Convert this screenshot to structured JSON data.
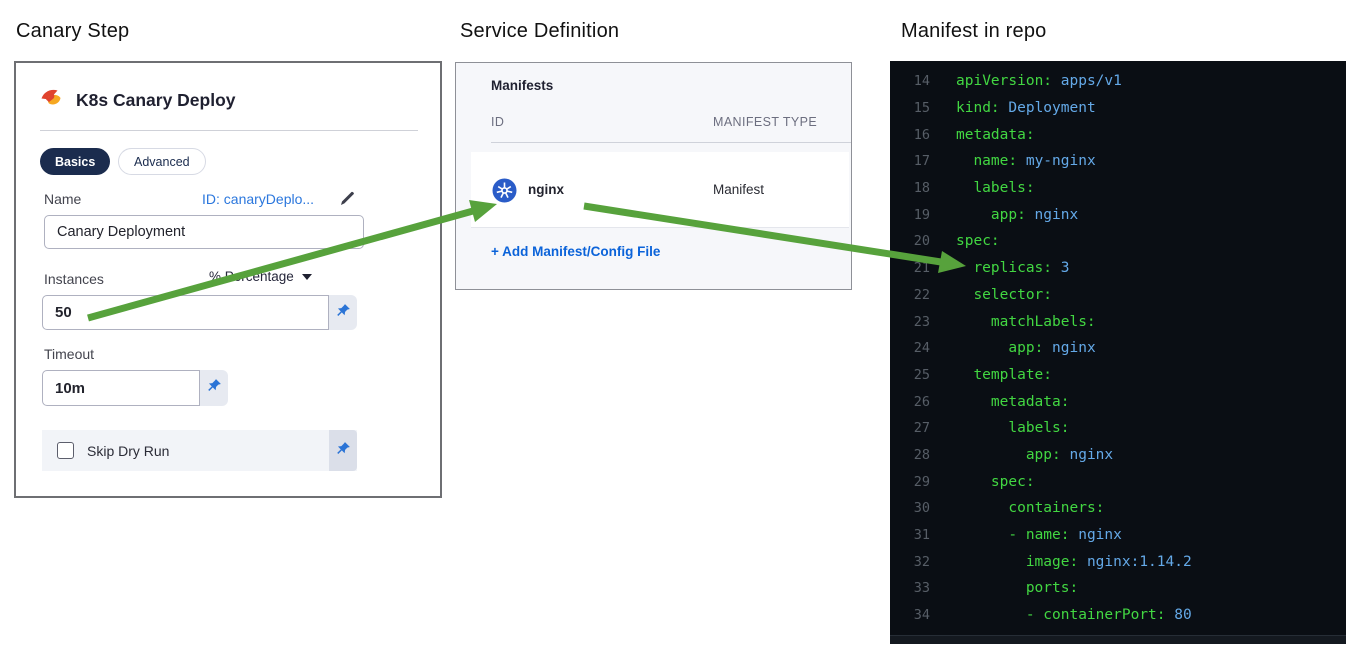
{
  "headings": {
    "canary_step": "Canary Step",
    "service_definition": "Service Definition",
    "manifest_in_repo": "Manifest in repo"
  },
  "canary_panel": {
    "title": "K8s Canary Deploy",
    "tabs": [
      {
        "label": "Basics",
        "active": true
      },
      {
        "label": "Advanced",
        "active": false
      }
    ],
    "name_label": "Name",
    "id_link": "ID: canaryDeplo...",
    "name_value": "Canary Deployment",
    "instances_label": "Instances",
    "instances_unit": "% Percentage",
    "instances_value": "50",
    "timeout_label": "Timeout",
    "timeout_value": "10m",
    "skip_dry_run_label": "Skip Dry Run",
    "skip_dry_run_checked": false
  },
  "service_panel": {
    "title": "Manifests",
    "columns": [
      "ID",
      "MANIFEST TYPE"
    ],
    "rows": [
      {
        "id": "nginx",
        "type": "Manifest",
        "icon": "kubernetes-icon"
      }
    ],
    "add_link": "+ Add Manifest/Config File"
  },
  "code_panel": {
    "language": "yaml",
    "lines": [
      {
        "n": 14,
        "indent": 0,
        "prefix": "",
        "key": "apiVersion",
        "value": "apps/v1"
      },
      {
        "n": 15,
        "indent": 0,
        "prefix": "",
        "key": "kind",
        "value": "Deployment"
      },
      {
        "n": 16,
        "indent": 0,
        "prefix": "",
        "key": "metadata",
        "value": ""
      },
      {
        "n": 17,
        "indent": 1,
        "prefix": "",
        "key": "name",
        "value": "my-nginx"
      },
      {
        "n": 18,
        "indent": 1,
        "prefix": "",
        "key": "labels",
        "value": ""
      },
      {
        "n": 19,
        "indent": 2,
        "prefix": "",
        "key": "app",
        "value": "nginx"
      },
      {
        "n": 20,
        "indent": 0,
        "prefix": "",
        "key": "spec",
        "value": ""
      },
      {
        "n": 21,
        "indent": 1,
        "prefix": "",
        "key": "replicas",
        "value": "3"
      },
      {
        "n": 22,
        "indent": 1,
        "prefix": "",
        "key": "selector",
        "value": ""
      },
      {
        "n": 23,
        "indent": 2,
        "prefix": "",
        "key": "matchLabels",
        "value": ""
      },
      {
        "n": 24,
        "indent": 3,
        "prefix": "",
        "key": "app",
        "value": "nginx"
      },
      {
        "n": 25,
        "indent": 1,
        "prefix": "",
        "key": "template",
        "value": ""
      },
      {
        "n": 26,
        "indent": 2,
        "prefix": "",
        "key": "metadata",
        "value": ""
      },
      {
        "n": 27,
        "indent": 3,
        "prefix": "",
        "key": "labels",
        "value": ""
      },
      {
        "n": 28,
        "indent": 4,
        "prefix": "",
        "key": "app",
        "value": "nginx"
      },
      {
        "n": 29,
        "indent": 2,
        "prefix": "",
        "key": "spec",
        "value": ""
      },
      {
        "n": 30,
        "indent": 3,
        "prefix": "",
        "key": "containers",
        "value": ""
      },
      {
        "n": 31,
        "indent": 3,
        "prefix": "- ",
        "key": "name",
        "value": "nginx"
      },
      {
        "n": 32,
        "indent": 4,
        "prefix": "",
        "key": "image",
        "value": "nginx:1.14.2"
      },
      {
        "n": 33,
        "indent": 4,
        "prefix": "",
        "key": "ports",
        "value": ""
      },
      {
        "n": 34,
        "indent": 4,
        "prefix": "- ",
        "key": "containerPort",
        "value": "80"
      }
    ]
  },
  "colors": {
    "accent_blue": "#0278d5",
    "link_blue": "#0b63d9",
    "tab_navy": "#1b2c4e",
    "arrow_green": "#57a23c",
    "code_bg": "#0a0e14",
    "code_key_green": "#42d742",
    "code_value_blue": "#64a9e8",
    "code_line_number_gray": "#575e67"
  },
  "icons": {
    "canary": "canary-bird-icon",
    "kubernetes": "kubernetes-wheel-icon",
    "pin": "pin-icon",
    "edit": "edit-pencil-icon",
    "caret": "caret-down-icon"
  }
}
